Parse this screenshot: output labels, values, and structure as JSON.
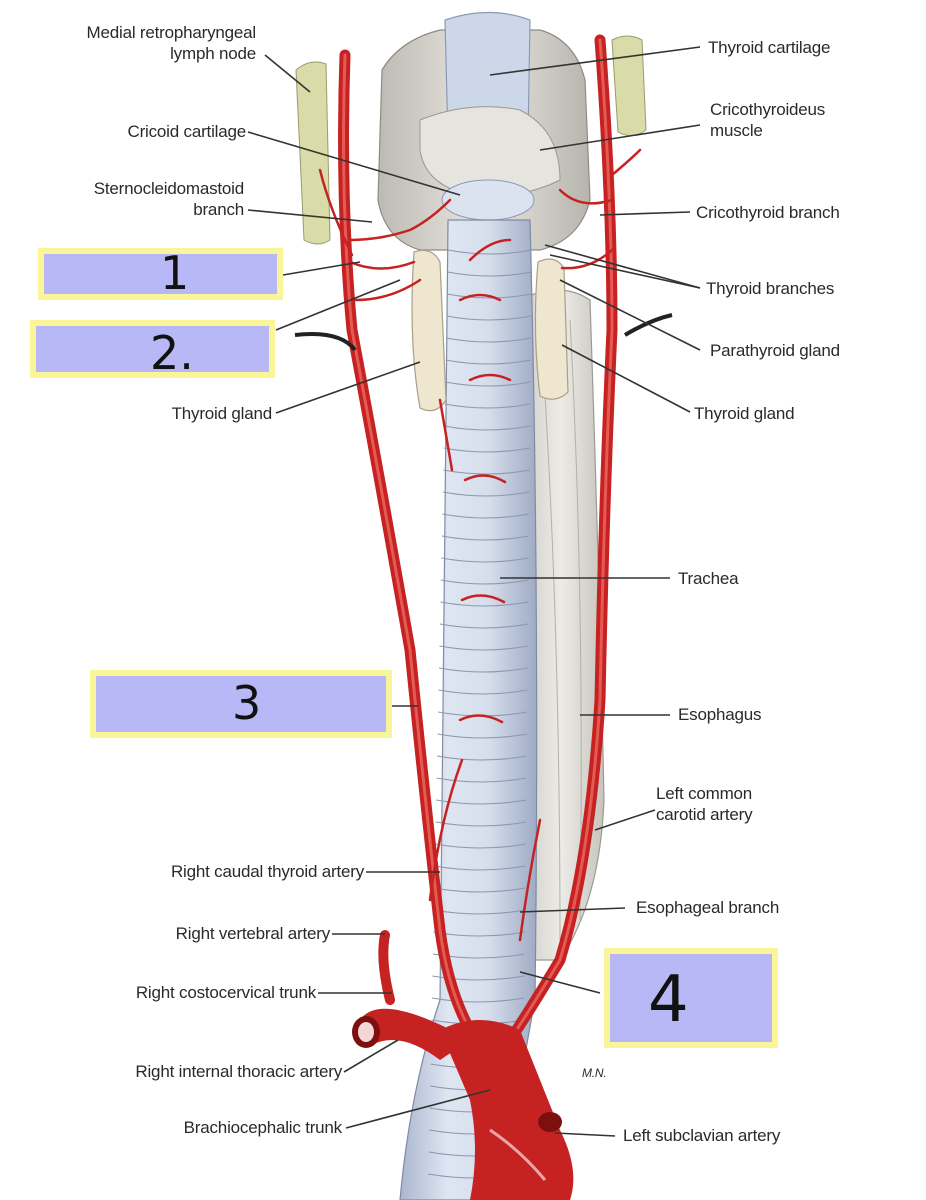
{
  "labels": {
    "medial_retropharyngeal": "Medial retropharyngeal\nlymph node",
    "cricoid_cartilage": "Cricoid cartilage",
    "sternocleidomastoid_branch": "Sternocleidomastoid\nbranch",
    "thyroid_gland_left_side": "Thyroid gland",
    "thyroid_cartilage": "Thyroid cartilage",
    "cricothyroideus_muscle": "Cricothyroideus\nmuscle",
    "cricothyroid_branch": "Cricothyroid branch",
    "thyroid_branches": "Thyroid branches",
    "parathyroid_gland": "Parathyroid gland",
    "thyroid_gland_right_side": "Thyroid gland",
    "trachea": "Trachea",
    "esophagus": "Esophagus",
    "left_common_carotid": "Left common\ncarotid artery",
    "right_caudal_thyroid": "Right caudal thyroid artery",
    "esophageal_branch": "Esophageal branch",
    "right_vertebral": "Right vertebral artery",
    "right_costocervical": "Right costocervical trunk",
    "right_internal_thoracic": "Right internal thoracic artery",
    "brachiocephalic": "Brachiocephalic trunk",
    "left_subclavian": "Left subclavian artery",
    "signature": "M.N."
  },
  "blanks": [
    {
      "number": "1"
    },
    {
      "number": "2."
    },
    {
      "number": "3"
    },
    {
      "number": "4"
    }
  ],
  "colors": {
    "artery": "#c62222",
    "trachea": "#c9d3e6",
    "blank_fill": "#b9b8f6",
    "blank_border": "#fbf59a"
  }
}
